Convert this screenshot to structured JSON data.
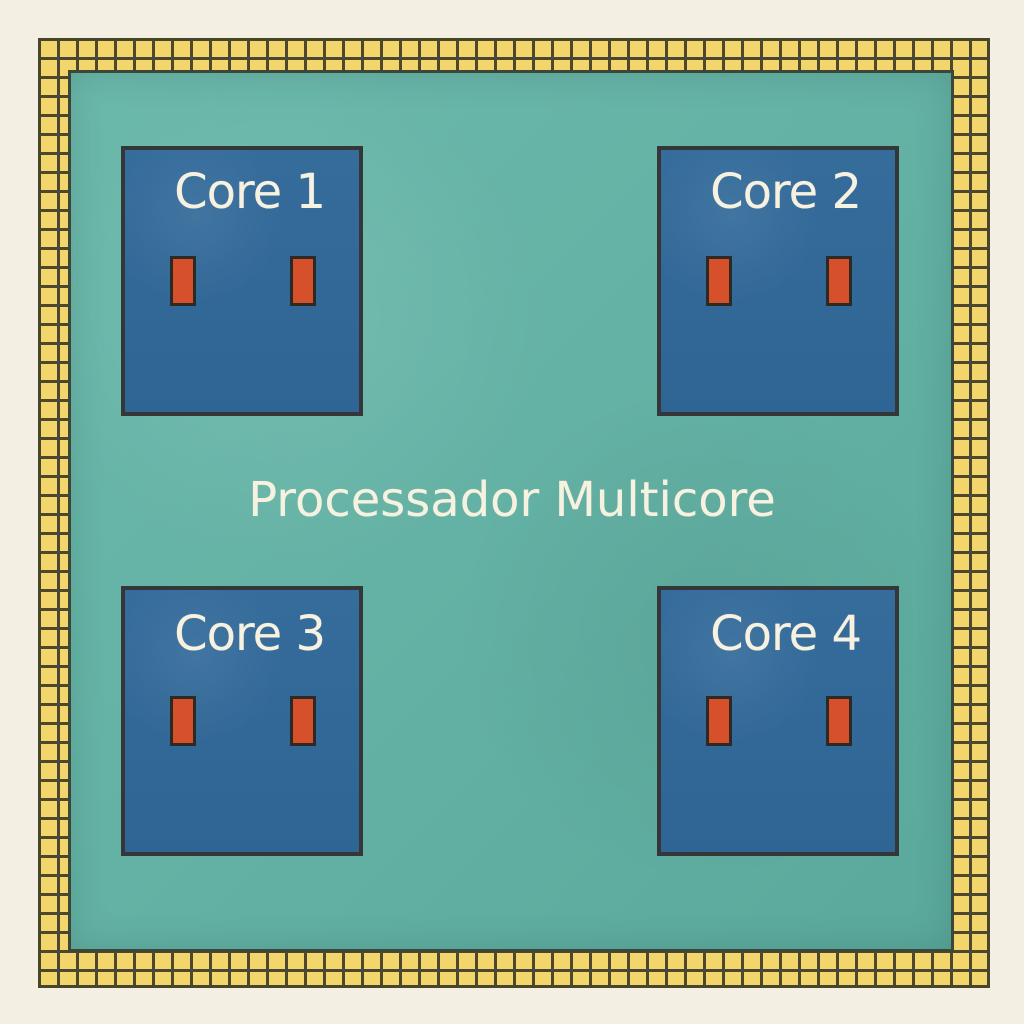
{
  "diagram": {
    "title": "Processador Multicore",
    "cores": [
      {
        "label": "Core 1"
      },
      {
        "label": "Core 2"
      },
      {
        "label": "Core 3"
      },
      {
        "label": "Core 4"
      }
    ],
    "colors": {
      "background": "#f4efe3",
      "pins": "#f3d66b",
      "die": "#64b2a5",
      "core": "#2f6594",
      "cache": "#d6502c",
      "label": "#f7f1df"
    }
  }
}
